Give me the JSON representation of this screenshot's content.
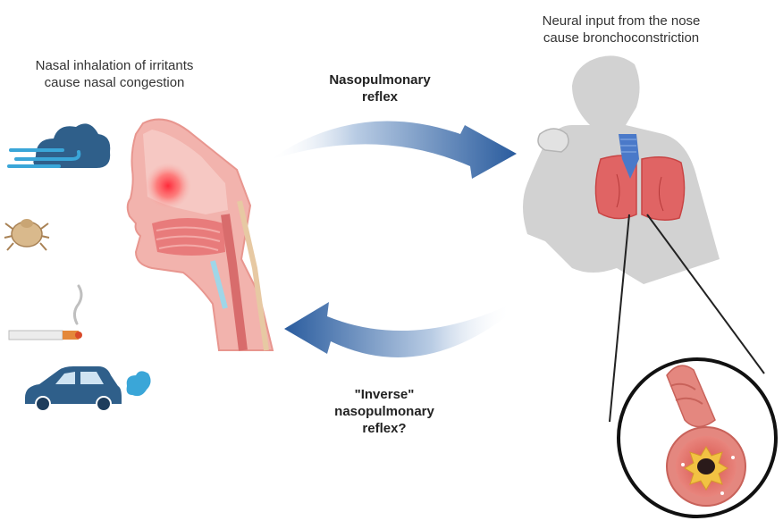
{
  "left_caption": {
    "line1": "Nasal inhalation of irritants",
    "line2": "cause nasal congestion"
  },
  "right_caption": {
    "line1": "Neural input from the nose",
    "line2": "cause bronchoconstriction"
  },
  "top_arrow_label": {
    "line1": "Nasopulmonary",
    "line2": "reflex"
  },
  "bottom_arrow_label": {
    "line1": "\"Inverse\"",
    "line2": "nasopulmonary",
    "line3": "reflex?"
  },
  "irritants": [
    "wind-cloud-icon",
    "dust-mite-icon",
    "cigarette-icon",
    "car-exhaust-icon"
  ],
  "colors": {
    "arrow_dark": "#2a5c9e",
    "arrow_light": "#dfe8f3",
    "nasal_red": "#e64a4a",
    "tissue_pink": "#f0a7a2",
    "lung_red": "#d44a4a",
    "trachea_blue": "#4a79c9",
    "skin_gray": "#c9c9c9"
  }
}
